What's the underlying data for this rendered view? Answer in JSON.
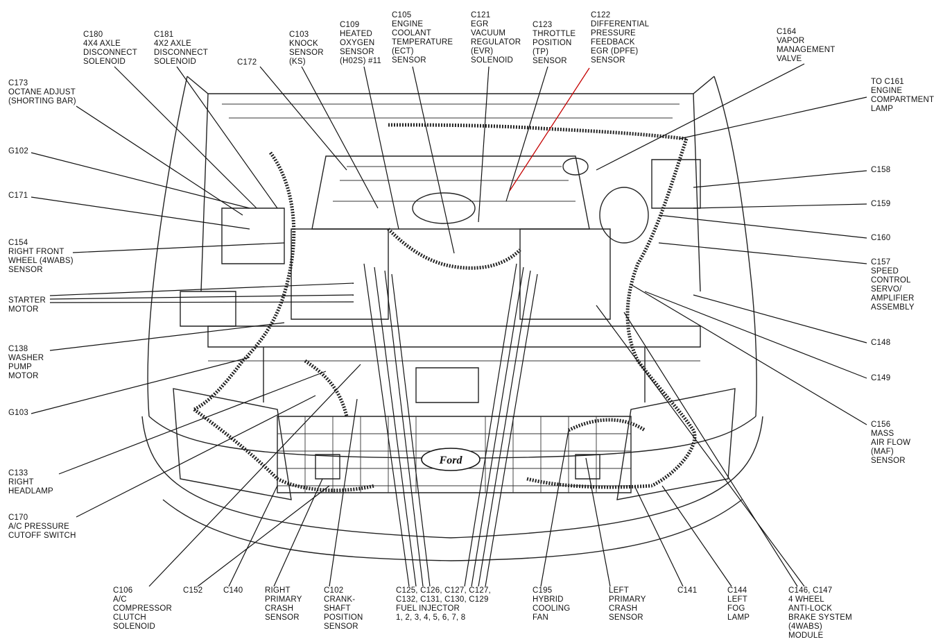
{
  "colors": {
    "ink": "#111111",
    "pointer_highlight": "#c40000",
    "background": "#ffffff"
  },
  "brand_badge": "Ford",
  "labels": [
    {
      "id": "c180",
      "text": "C180\n4X4 AXLE\nDISCONNECT\nSOLENOID"
    },
    {
      "id": "c181",
      "text": "C181\n4X2 AXLE\nDISCONNECT\nSOLENOID"
    },
    {
      "id": "c172",
      "text": "C172"
    },
    {
      "id": "c103",
      "text": "C103\nKNOCK\nSENSOR\n(KS)"
    },
    {
      "id": "c109",
      "text": "C109\nHEATED\nOXYGEN\nSENSOR\n(H02S) #11"
    },
    {
      "id": "c105",
      "text": "C105\nENGINE\nCOOLANT\nTEMPERATURE\n(ECT)\nSENSOR"
    },
    {
      "id": "c121",
      "text": "C121\nEGR\nVACUUM\nREGULATOR\n(EVR)\nSOLENOID"
    },
    {
      "id": "c123",
      "text": "C123\nTHROTTLE\nPOSITION\n(TP)\nSENSOR"
    },
    {
      "id": "c122",
      "text": "C122\nDIFFERENTIAL\nPRESSURE\nFEEDBACK\nEGR (DPFE)\nSENSOR"
    },
    {
      "id": "c164",
      "text": "C164\nVAPOR\nMANAGEMENT\nVALVE"
    },
    {
      "id": "c173",
      "text": "C173\nOCTANE ADJUST\n(SHORTING BAR)"
    },
    {
      "id": "c161",
      "text": "TO C161\nENGINE\nCOMPARTMENT\nLAMP"
    },
    {
      "id": "g102",
      "text": "G102"
    },
    {
      "id": "c158",
      "text": "C158"
    },
    {
      "id": "c171",
      "text": "C171"
    },
    {
      "id": "c159",
      "text": "C159"
    },
    {
      "id": "c154",
      "text": "C154\nRIGHT FRONT\nWHEEL (4WABS)\nSENSOR"
    },
    {
      "id": "c160",
      "text": "C160"
    },
    {
      "id": "c157",
      "text": "C157\nSPEED\nCONTROL\nSERVO/\nAMPLIFIER\nASSEMBLY"
    },
    {
      "id": "starter",
      "text": "STARTER\nMOTOR"
    },
    {
      "id": "c148",
      "text": "C148"
    },
    {
      "id": "c138",
      "text": "C138\nWASHER\nPUMP\nMOTOR"
    },
    {
      "id": "c149",
      "text": "C149"
    },
    {
      "id": "g103",
      "text": "G103"
    },
    {
      "id": "c156",
      "text": "C156\nMASS\nAIR FLOW\n(MAF)\nSENSOR"
    },
    {
      "id": "c133",
      "text": "C133\nRIGHT\nHEADLAMP"
    },
    {
      "id": "c170",
      "text": "C170\nA/C PRESSURE\nCUTOFF SWITCH"
    },
    {
      "id": "c106",
      "text": "C106\nA/C\nCOMPRESSOR\nCLUTCH\nSOLENOID"
    },
    {
      "id": "c152",
      "text": "C152"
    },
    {
      "id": "c140",
      "text": "C140"
    },
    {
      "id": "rpcs",
      "text": "RIGHT\nPRIMARY\nCRASH\nSENSOR"
    },
    {
      "id": "c102",
      "text": "C102\nCRANK-\nSHAFT\nPOSITION\nSENSOR"
    },
    {
      "id": "injectors",
      "text": "C125, C126, C127, C127,\nC132, C131, C130, C129\nFUEL INJECTOR\n1, 2, 3, 4, 5, 6, 7, 8"
    },
    {
      "id": "c195",
      "text": "C195\nHYBRID\nCOOLING\nFAN"
    },
    {
      "id": "lpcs",
      "text": "LEFT\nPRIMARY\nCRASH\nSENSOR"
    },
    {
      "id": "c141",
      "text": "C141"
    },
    {
      "id": "c144",
      "text": "C144\nLEFT\nFOG\nLAMP"
    },
    {
      "id": "c146",
      "text": "C146, C147\n4 WHEEL\nANTI-LOCK\nBRAKE SYSTEM\n(4WABS)\nMODULE"
    }
  ]
}
